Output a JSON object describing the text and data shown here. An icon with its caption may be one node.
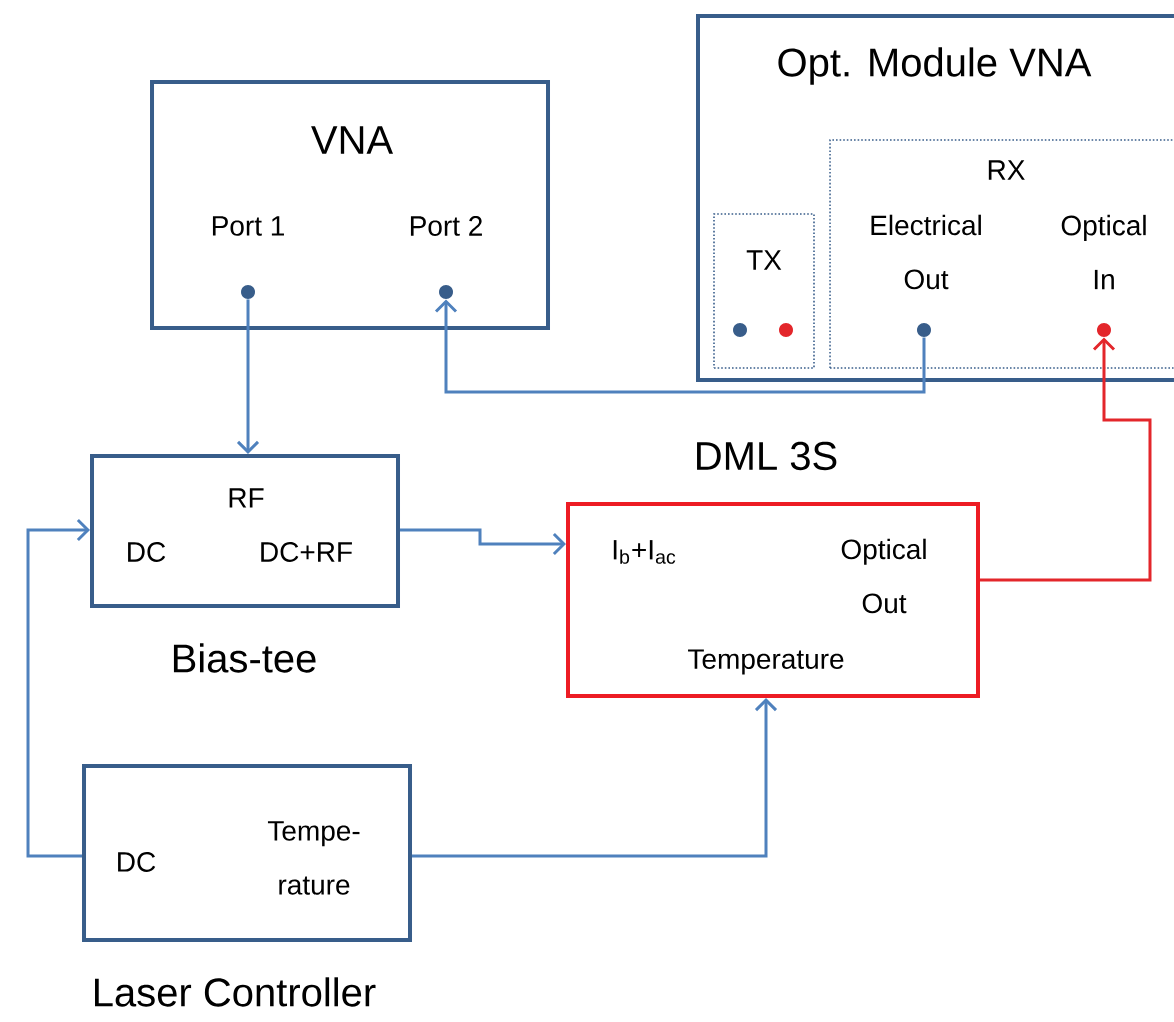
{
  "diagram": {
    "nodes": [
      {
        "text": [
          "VNA",
          "Port 1",
          "Port 2"
        ]
      },
      {
        "text": [],
        "shape": "circle",
        "in": 0
      },
      {
        "text": [],
        "shape": "circle",
        "in": 0
      },
      {
        "text": [
          "Opt. Module VNA"
        ]
      },
      {
        "text": [
          "TX"
        ],
        "in": 3
      },
      {
        "text": [],
        "shape": "circle",
        "in": 4
      },
      {
        "text": [],
        "shape": "circle",
        "in": 4
      },
      {
        "text": [
          "RX",
          "Electrical Out",
          "Optical In"
        ],
        "in": 3
      },
      {
        "text": [],
        "shape": "circle",
        "in": 7
      },
      {
        "text": [],
        "shape": "circle",
        "in": 7
      },
      {
        "text": [
          "RF",
          "DC",
          "DC+RF",
          "Bias-tee"
        ]
      },
      {
        "text": [
          "DML 3S",
          "I$_{b}$+I$_{ac}$",
          "Optical Out",
          "Temperature"
        ]
      },
      {
        "text": [
          "DC",
          "Tempe- rature",
          "Laser Controller"
        ]
      }
    ],
    "edges": [
      {
        "from": 1,
        "to": 10,
        "arrow": "to"
      },
      {
        "from": 8,
        "to": 2,
        "arrow": "to"
      },
      {
        "from": 11,
        "to": 9,
        "arrow": "to",
        "color": "#e3262b"
      },
      {
        "from": 10,
        "to": 11,
        "arrow": "to"
      },
      {
        "from": 12,
        "to": 10,
        "arrow": "to"
      },
      {
        "from": 12,
        "to": 11,
        "arrow": "to"
      }
    ]
  }
}
